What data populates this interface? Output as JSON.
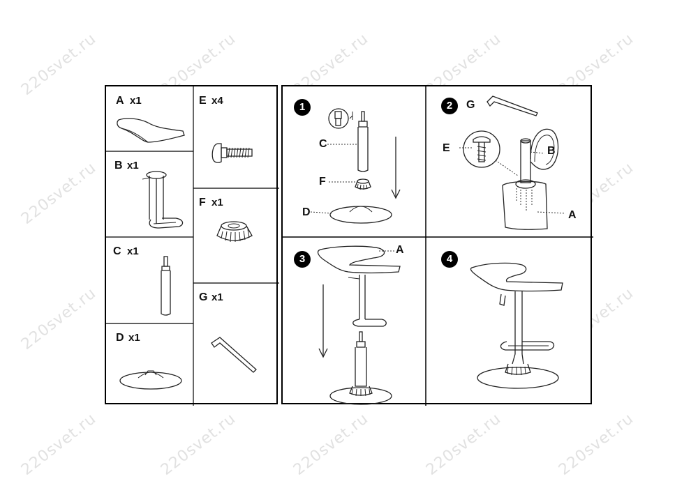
{
  "watermark": "220svet.ru",
  "parts": [
    {
      "letter": "A",
      "qty": "x1",
      "name": "seat"
    },
    {
      "letter": "B",
      "qty": "x1",
      "name": "column-with-footrest"
    },
    {
      "letter": "C",
      "qty": "x1",
      "name": "gas-lift"
    },
    {
      "letter": "D",
      "qty": "x1",
      "name": "base-plate"
    },
    {
      "letter": "E",
      "qty": "x4",
      "name": "screw"
    },
    {
      "letter": "F",
      "qty": "x1",
      "name": "gas-lift-cover"
    },
    {
      "letter": "G",
      "qty": "x1",
      "name": "hex-key"
    }
  ],
  "steps": [
    {
      "number": "1",
      "callouts": [
        "C",
        "F",
        "D"
      ]
    },
    {
      "number": "2",
      "callouts": [
        "G",
        "E",
        "B",
        "A"
      ]
    },
    {
      "number": "3",
      "callouts": [
        "A"
      ]
    },
    {
      "number": "4",
      "callouts": []
    }
  ]
}
